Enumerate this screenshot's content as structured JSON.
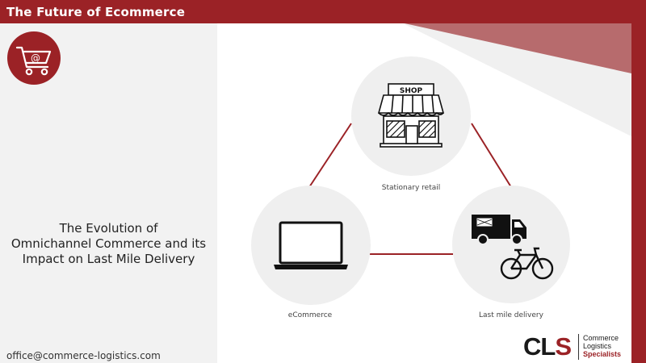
{
  "header": {
    "title": "The Future of Ecommerce"
  },
  "logo": {
    "icon": "shopping-cart-at-icon",
    "glyph": "@"
  },
  "subtitle": {
    "line1": "The Evolution of",
    "line2": "Omnichannel Commerce and its",
    "line3": "Impact on Last Mile Delivery"
  },
  "nodes": {
    "stationary": {
      "label": "Stationary retail",
      "sign": "SHOP",
      "icon": "shop-icon"
    },
    "ecommerce": {
      "label": "eCommerce",
      "icon": "laptop-icon"
    },
    "delivery": {
      "label": "Last mile delivery",
      "icons": [
        "delivery-truck-icon",
        "bicycle-icon"
      ]
    }
  },
  "footer": {
    "email": "office@commerce-logistics.com"
  },
  "brand": {
    "letters_a": "CL",
    "letters_b": "S",
    "line1": "Commerce",
    "line2": "Logistics",
    "line3": "Specialists"
  },
  "colors": {
    "accent": "#9b2226",
    "panel": "#f2f2f2",
    "circle": "#efefef"
  }
}
